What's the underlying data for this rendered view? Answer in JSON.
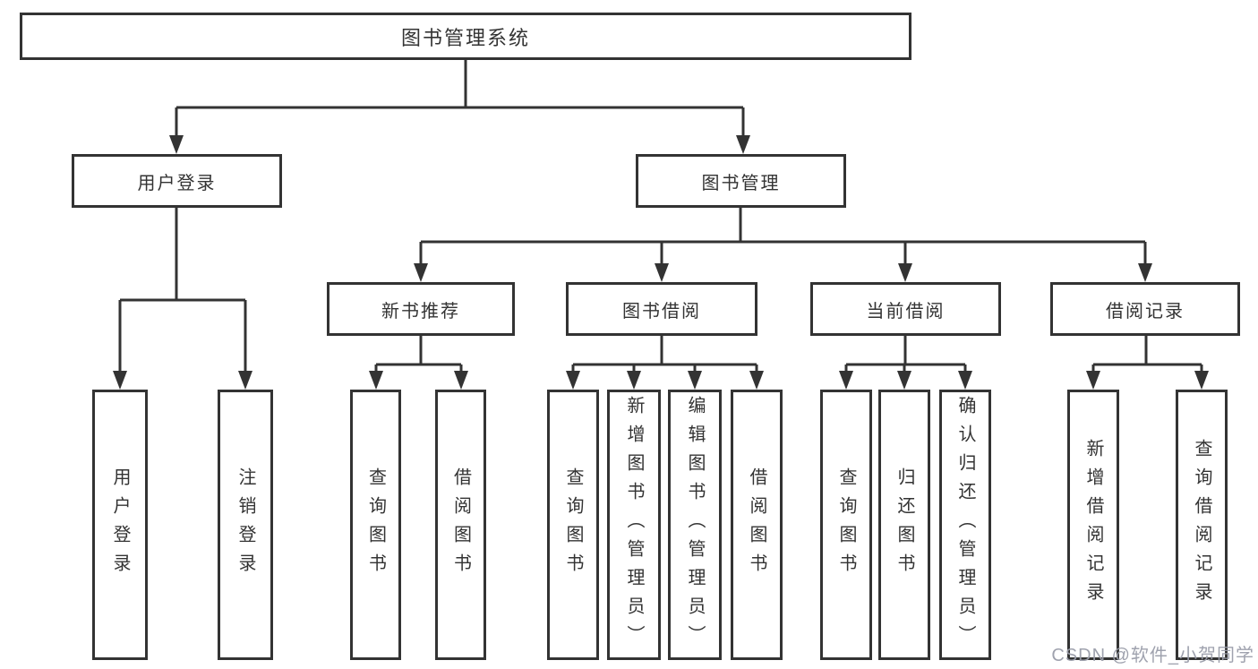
{
  "nodes": {
    "root": "图书管理系统",
    "branches": [
      {
        "label": "用户登录",
        "leaves": [
          "用户登录",
          "注销登录"
        ]
      },
      {
        "label": "图书管理"
      }
    ],
    "level3": [
      {
        "label": "新书推荐",
        "leaves": [
          "查询图书",
          "借阅图书"
        ]
      },
      {
        "label": "图书借阅",
        "leaves": [
          "查询图书",
          "新增图书（管理员）",
          "编辑图书（管理员）",
          "借阅图书"
        ]
      },
      {
        "label": "当前借阅",
        "leaves": [
          "查询图书",
          "归还图书",
          "确认归还（管理员）"
        ]
      },
      {
        "label": "借阅记录",
        "leaves": [
          "新增借阅记录",
          "查询借阅记录"
        ]
      }
    ]
  },
  "watermark": "CSDN @软件_小贺同学",
  "colors": {
    "ink": "#333333",
    "background": "#ffffff",
    "watermark": "#9aa0ad"
  }
}
